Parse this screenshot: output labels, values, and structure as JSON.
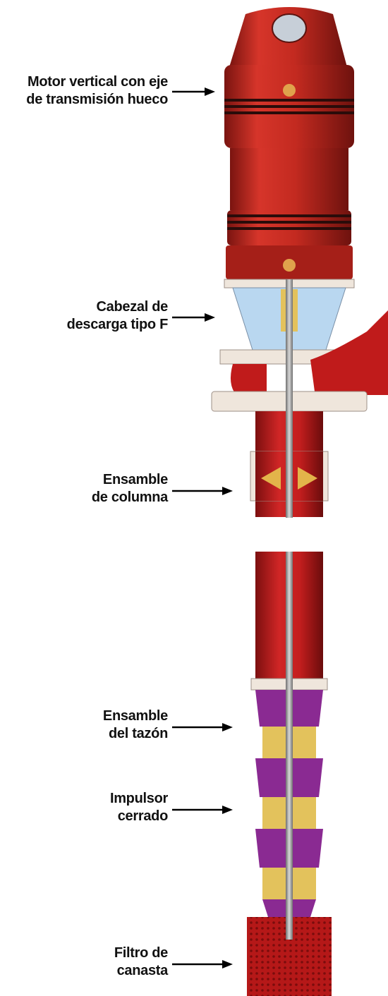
{
  "labels": [
    {
      "line1": "Motor vertical con eje",
      "line2": "de transmisión hueco"
    },
    {
      "line1": "Cabezal de",
      "line2": "descarga tipo F"
    },
    {
      "line1": "Ensamble",
      "line2": "de columna"
    },
    {
      "line1": "Ensamble",
      "line2": "del tazón"
    },
    {
      "line1": "Impulsor",
      "line2": "cerrado"
    },
    {
      "line1": "Filtro de",
      "line2": "canasta"
    }
  ],
  "colors": {
    "motor": "#c8281e",
    "column": "#c01b1b",
    "bowl": "#8a2a92",
    "impeller": "#e3c25c",
    "head_metal": "#efe6dc",
    "window": "#b9d7f0",
    "shaft": "#9a9a9a"
  }
}
